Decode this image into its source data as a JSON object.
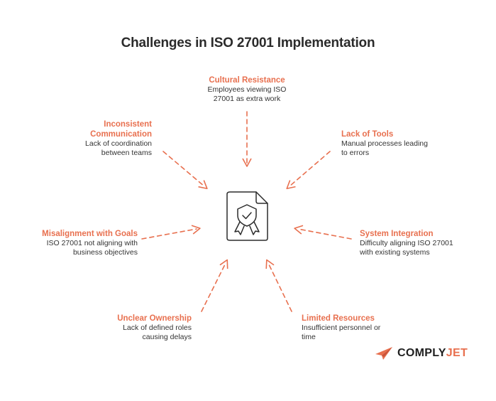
{
  "title": "Challenges in ISO 27001 Implementation",
  "challenges": {
    "cultural": {
      "title": "Cultural Resistance",
      "line1": "Employees viewing ISO",
      "line2": "27001 as extra work"
    },
    "communication": {
      "title1": "Inconsistent",
      "title2": "Communication",
      "line1": "Lack of coordination",
      "line2": "between teams"
    },
    "tools": {
      "title": "Lack of Tools",
      "line1": "Manual processes leading",
      "line2": "to errors"
    },
    "goals": {
      "title": "Misalignment with Goals",
      "line1": "ISO 27001 not aligning with",
      "line2": "business objectives"
    },
    "integration": {
      "title": "System Integration",
      "line1": "Difficulty aligning ISO 27001",
      "line2": "with existing systems"
    },
    "ownership": {
      "title": "Unclear Ownership",
      "line1": "Lack of defined roles",
      "line2": "causing delays"
    },
    "resources": {
      "title": "Limited Resources",
      "line1": "Insufficient personnel or",
      "line2": "time"
    }
  },
  "brand": {
    "name_part1": "COMPLY",
    "name_part2": "JET"
  },
  "colors": {
    "accent": "#e8704f",
    "text": "#333333",
    "title": "#2b2b2b"
  },
  "icons": {
    "center": "certificate-shield-icon",
    "logo": "paper-plane-icon"
  }
}
